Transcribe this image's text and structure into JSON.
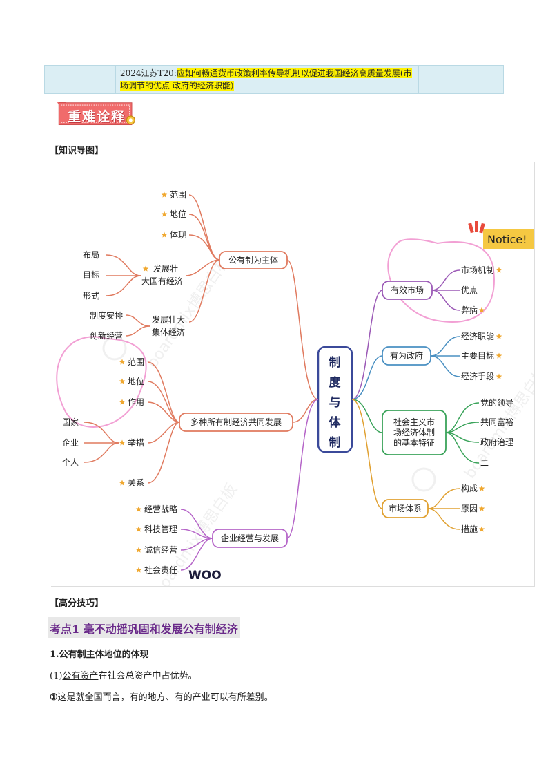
{
  "header": {
    "prefix": "2024江苏T20:",
    "question": "应如何畅通货币政策利率传导机制以促进我国经济高质量发展(市场调节的优点  政府的经济职能)"
  },
  "banner": {
    "title": "重难诠释"
  },
  "labels": {
    "mindmap": "【知识导图】",
    "skills": "【高分技巧】"
  },
  "mindmap": {
    "center": [
      "制",
      "度",
      "与",
      "体",
      "制"
    ],
    "left_branches": [
      {
        "title": "公有制为主体",
        "color": "#e07a5f",
        "children": [
          "范围",
          "地位",
          "体现"
        ],
        "sub_groups": [
          {
            "title_lines": [
              "发展壮",
              "大国有经济"
            ],
            "items": [
              "布局",
              "目标",
              "形式"
            ]
          },
          {
            "title_lines": [
              "发展壮大",
              "集体经济"
            ],
            "items": [
              "制度安排",
              "创新经营"
            ]
          }
        ]
      },
      {
        "title": "多种所有制经济共同发展",
        "color": "#e07a5f",
        "children": [
          "范围",
          "地位",
          "作用",
          "举措",
          "关系"
        ],
        "sub_items": [
          "国家",
          "企业",
          "个人"
        ]
      },
      {
        "title": "企业经营与发展",
        "color": "#b565c8",
        "children": [
          "经营战略",
          "科技管理",
          "诚信经营",
          "社会责任"
        ]
      }
    ],
    "right_branches": [
      {
        "title": "有效市场",
        "color": "#9b59b6",
        "children": [
          "市场机制",
          "优点",
          "弊病"
        ]
      },
      {
        "title": "有为政府",
        "color": "#4a90c2",
        "children": [
          "经济职能",
          "主要目标",
          "经济手段"
        ]
      },
      {
        "title_lines": [
          "社会主义市",
          "场经济体制",
          "的基本特征"
        ],
        "color": "#3aa35a",
        "children": [
          "党的领导",
          "共同富裕",
          "政府治理",
          "二"
        ]
      },
      {
        "title": "市场体系",
        "color": "#e0a030",
        "children": [
          "构成",
          "原因",
          "措施"
        ]
      }
    ],
    "notice": "Notice!",
    "woo": "WOO",
    "watermark": "boardmix博思白板"
  },
  "section1": {
    "title": "考点1  毫不动摇巩固和发展公有制经济",
    "subtitle": "1.公有制主体地位的体现",
    "p1_prefix": "(1)",
    "p1_underlined": "公有资产",
    "p1_rest": "在社会总资产中占优势。",
    "p2_marker": "①",
    "p2_text": "这是就全国而言，有的地方、有的产业可以有所差别。"
  },
  "colors": {
    "left_orange": "#e07a5f",
    "purple": "#9b59b6",
    "blue": "#4a90c2",
    "green": "#3aa35a",
    "amber": "#e0a030",
    "center_border": "#3b4a9a",
    "banner": "#f06b6b"
  }
}
